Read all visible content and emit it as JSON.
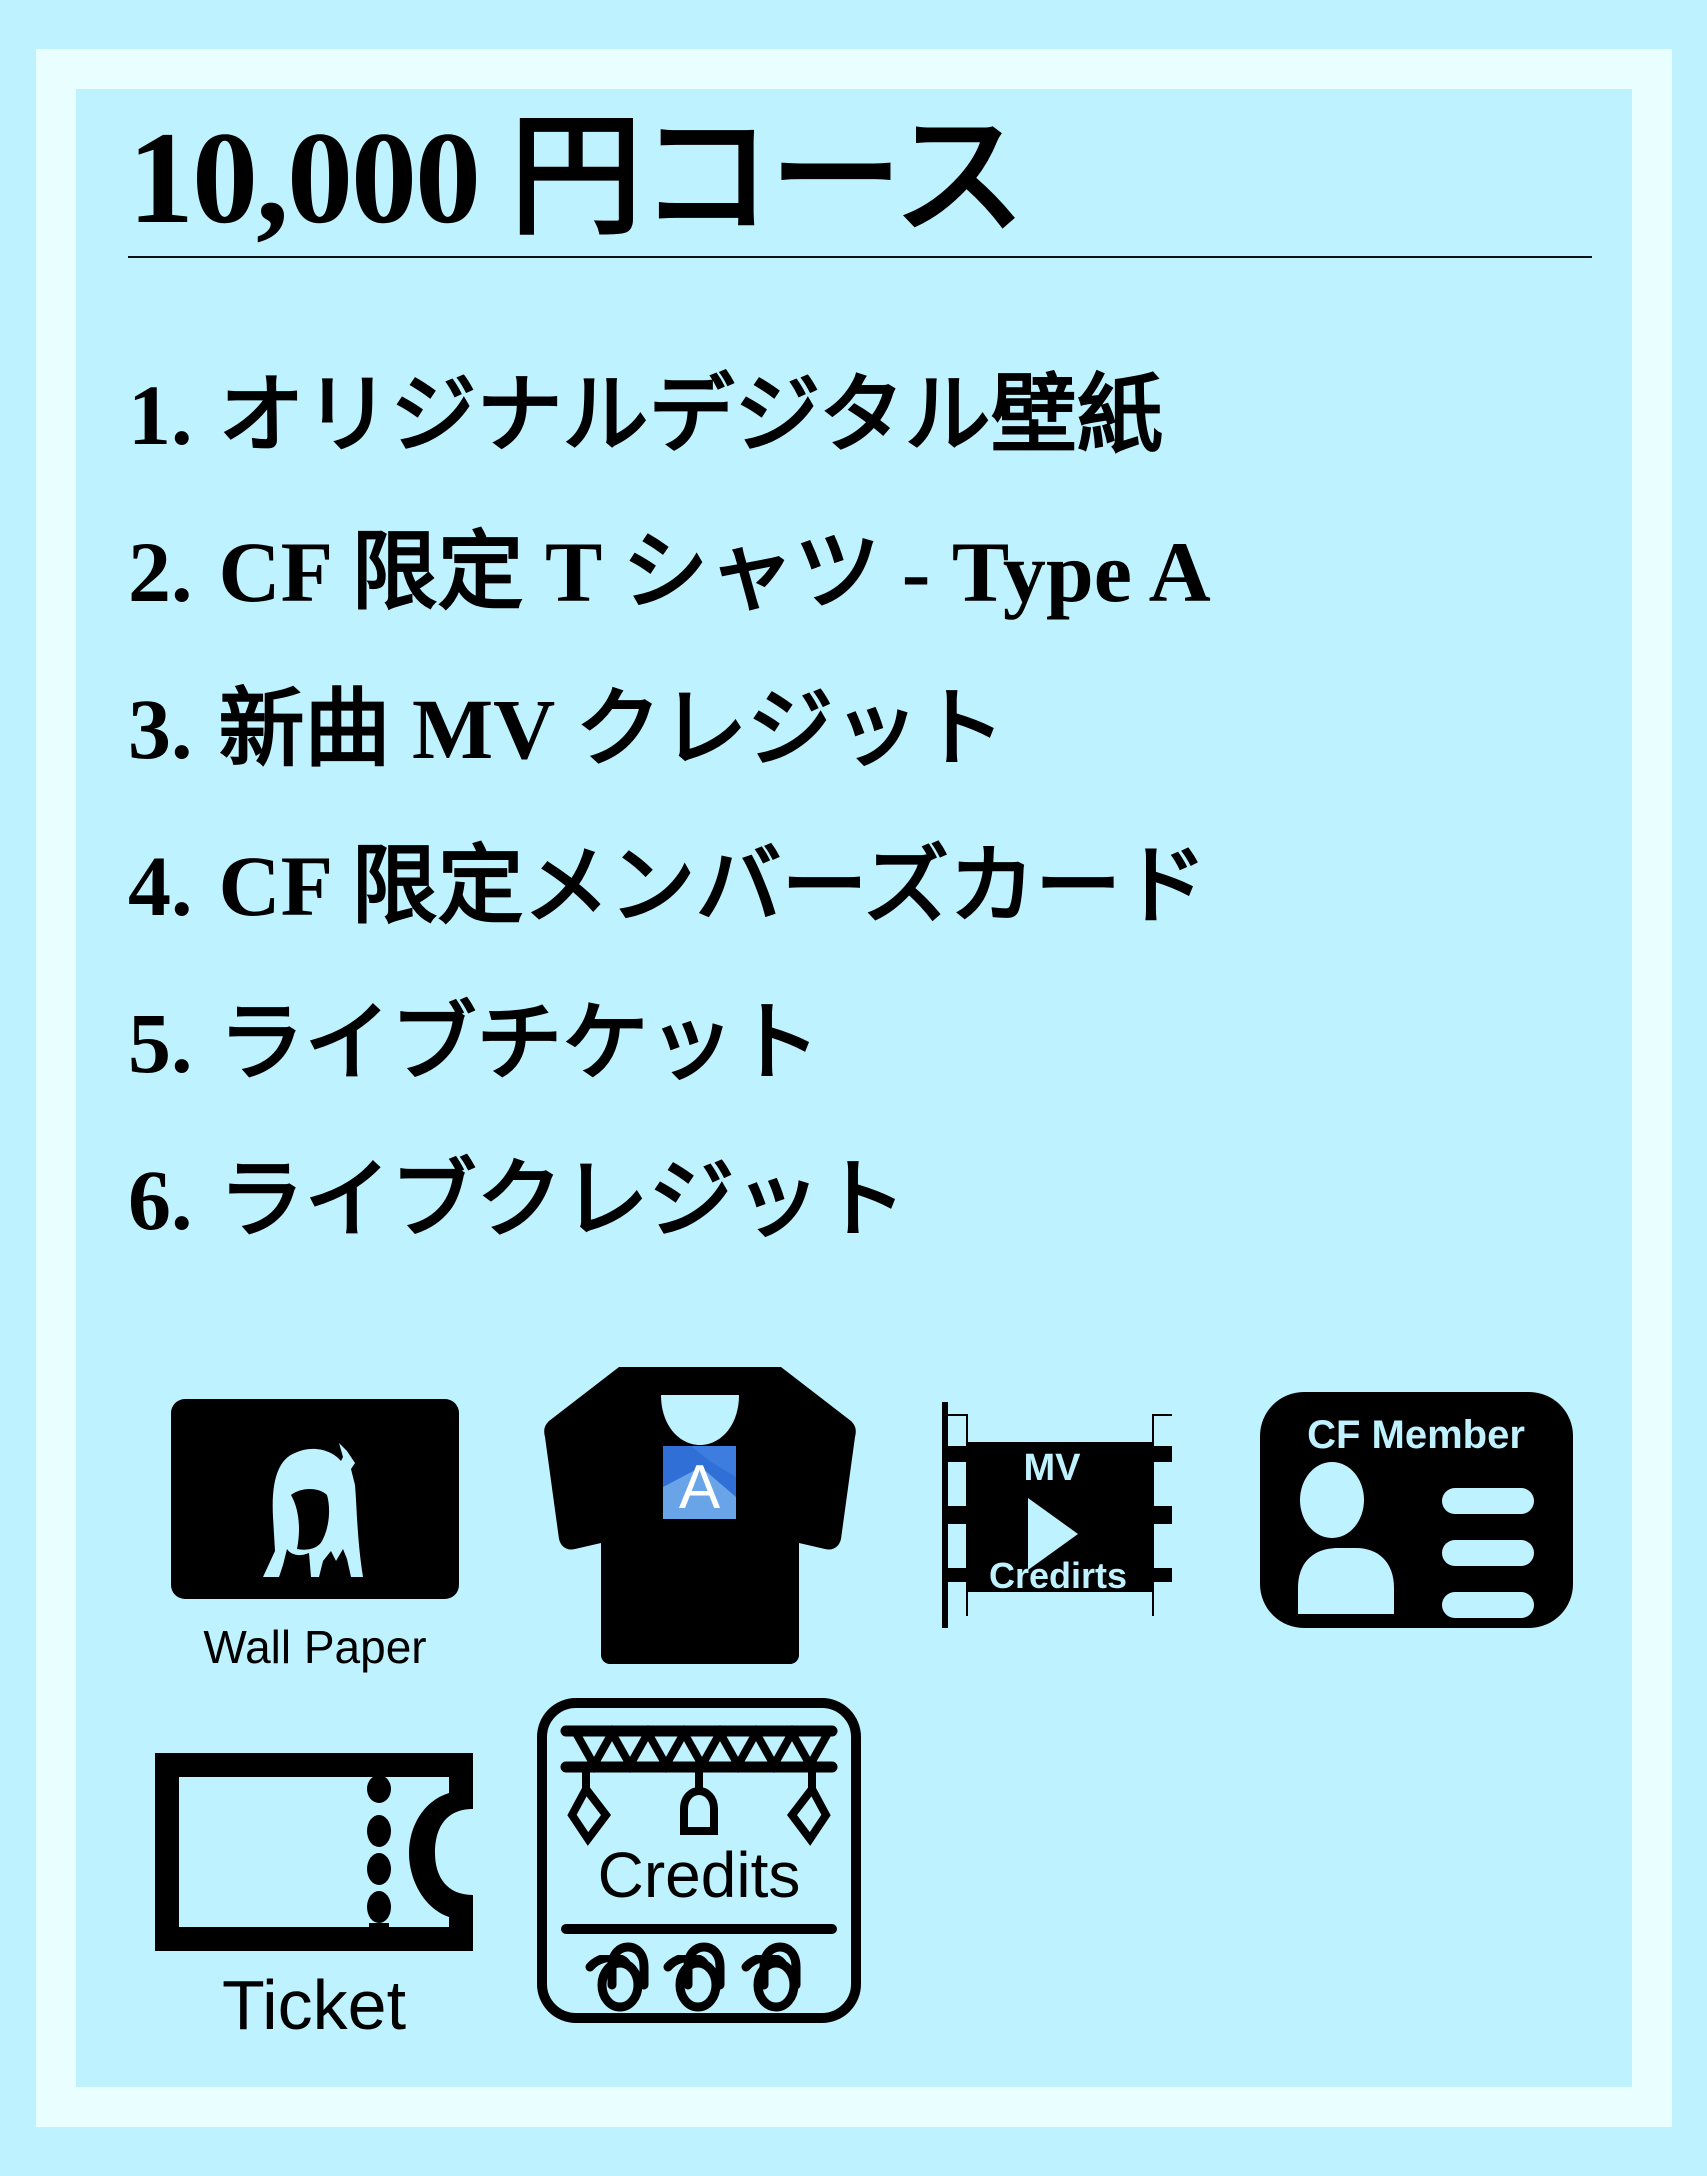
{
  "title": "10,000 円コース",
  "items": [
    {
      "num": "1.",
      "label": "オリジナルデジタル壁紙"
    },
    {
      "num": "2.",
      "label": "CF 限定 T シャツ - Type A"
    },
    {
      "num": "3.",
      "label": "新曲 MV クレジット"
    },
    {
      "num": "4.",
      "label": "CF 限定メンバーズカード"
    },
    {
      "num": "5.",
      "label": "ライブチケット"
    },
    {
      "num": "6.",
      "label": "ライブクレジット"
    }
  ],
  "icons": {
    "wallpaper": {
      "label": "Wall Paper"
    },
    "tshirt": {
      "print_letter": "A"
    },
    "mv": {
      "top": "MV",
      "bottom": "Credirts"
    },
    "member": {
      "label": "CF Member"
    },
    "ticket": {
      "label": "Ticket"
    },
    "credits": {
      "label": "Credits"
    }
  },
  "colors": {
    "background": "#bff2ff",
    "frame": "#e8feff",
    "ink": "#000000",
    "print_blue": "#2f6fd6"
  }
}
